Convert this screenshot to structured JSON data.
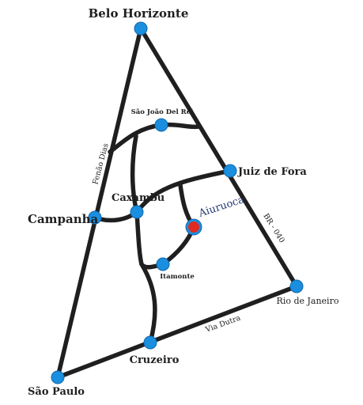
{
  "cities": {
    "belo_horizonte": "Belo Horizonte",
    "sao_joao_del_rei": "São João Del Rei",
    "juiz_de_fora": "Juiz de Fora",
    "caxambu": "Caxambu",
    "campanha": "Campanha",
    "aiuruoca": "Aiuruoca",
    "itamonte": "Itamonte",
    "rio_de_janeiro": "Rio de Janeiro",
    "cruzeiro": "Cruzeiro",
    "sao_paulo": "São Paulo"
  },
  "roads": {
    "fernao_dias": "Fenão Dias",
    "br_040": "BR - 040",
    "via_dutra": "Via Dutra"
  },
  "colors": {
    "city_marker": "#1a8fe0",
    "highlight_marker": "#e02b20",
    "road": "#1f1f1f"
  }
}
